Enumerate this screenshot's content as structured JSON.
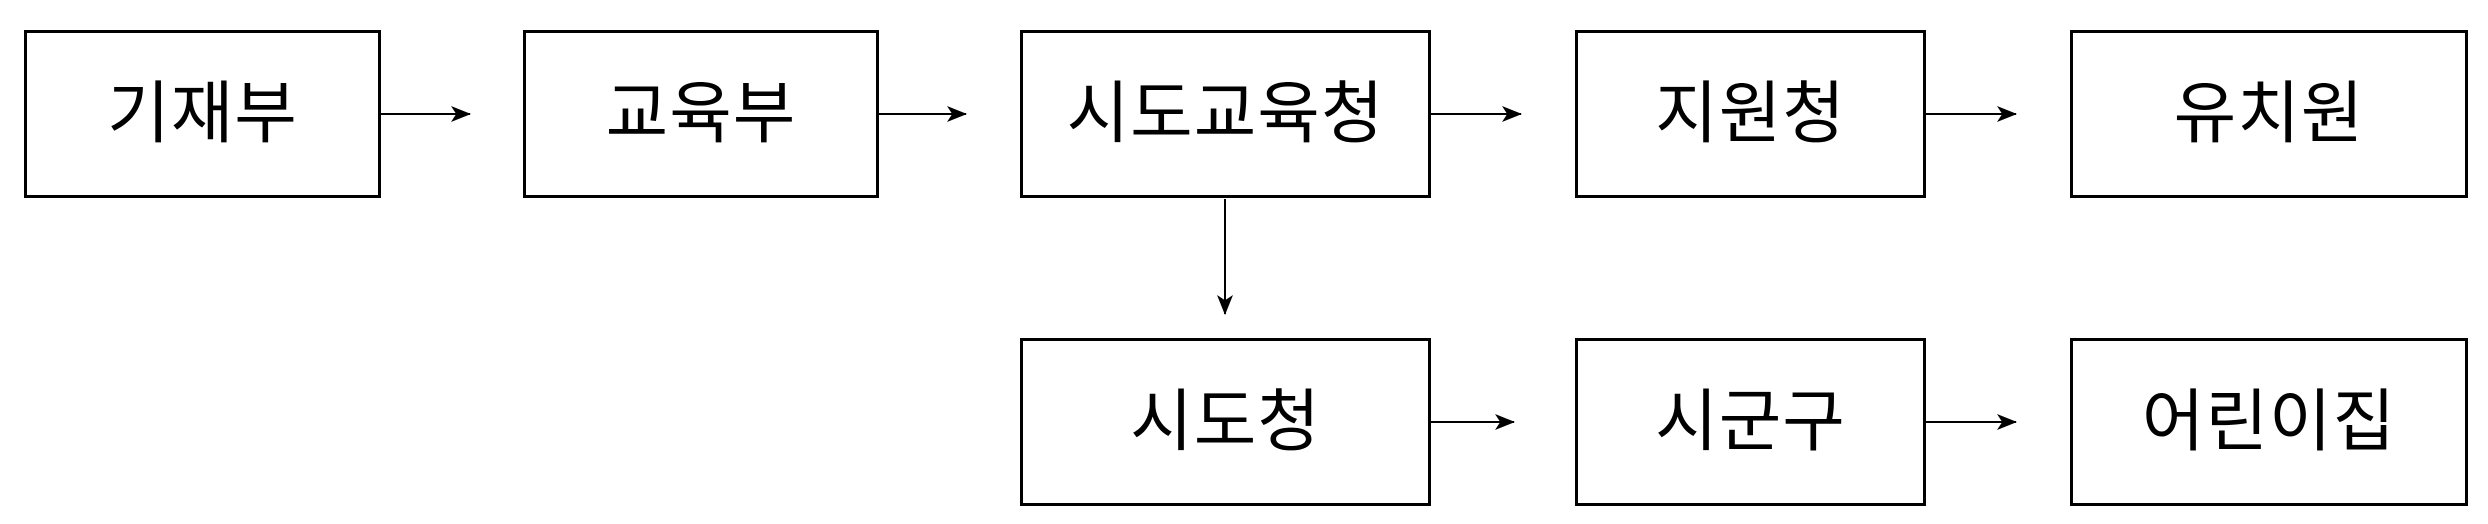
{
  "diagram": {
    "type": "flowchart",
    "description": "Funding/administration flow from central ministries to childcare institutions",
    "colors": {
      "background": "#ffffff",
      "box_border": "#000000",
      "box_fill": "#ffffff",
      "text": "#000000",
      "arrow": "#000000"
    },
    "nodes": [
      {
        "id": "gijaebu",
        "label": "기재부",
        "row": 1,
        "col": 1
      },
      {
        "id": "gyoyukbu",
        "label": "교육부",
        "row": 1,
        "col": 2
      },
      {
        "id": "sido-gyoyukcheong",
        "label": "시도교육청",
        "row": 1,
        "col": 3
      },
      {
        "id": "jiwoncheong",
        "label": "지원청",
        "row": 1,
        "col": 4
      },
      {
        "id": "yuchiwon",
        "label": "유치원",
        "row": 1,
        "col": 5
      },
      {
        "id": "sidocheong",
        "label": "시도청",
        "row": 2,
        "col": 3
      },
      {
        "id": "sigungu",
        "label": "시군구",
        "row": 2,
        "col": 4
      },
      {
        "id": "eorinijip",
        "label": "어린이집",
        "row": 2,
        "col": 5
      }
    ],
    "edges": [
      {
        "from": "기재부",
        "to": "교육부",
        "direction": "right"
      },
      {
        "from": "교육부",
        "to": "시도교육청",
        "direction": "right"
      },
      {
        "from": "시도교육청",
        "to": "지원청",
        "direction": "right"
      },
      {
        "from": "지원청",
        "to": "유치원",
        "direction": "right"
      },
      {
        "from": "시도교육청",
        "to": "시도청",
        "direction": "down"
      },
      {
        "from": "시도청",
        "to": "시군구",
        "direction": "right"
      },
      {
        "from": "시군구",
        "to": "어린이집",
        "direction": "right"
      }
    ]
  }
}
